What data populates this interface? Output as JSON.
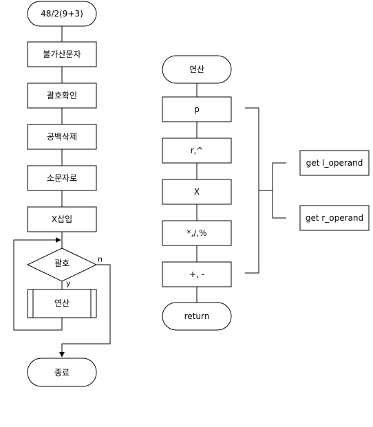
{
  "main_flow": {
    "start": "48/2(9+3)",
    "step1": "불가산문자",
    "step2": "괄호확인",
    "step3": "공백삭제",
    "step4": "소문자로",
    "step5": "X삽입",
    "decision": "괄호",
    "yes": "y",
    "no": "n",
    "subprocess": "연산",
    "end": "종료"
  },
  "sub_flow": {
    "start": "연산",
    "step1": "p",
    "step2": "r,^",
    "step3": "X",
    "step4": "*,/,%",
    "step5": "+, -",
    "end": "return"
  },
  "operands": {
    "left": "get l_operand",
    "right": "get r_operand"
  }
}
